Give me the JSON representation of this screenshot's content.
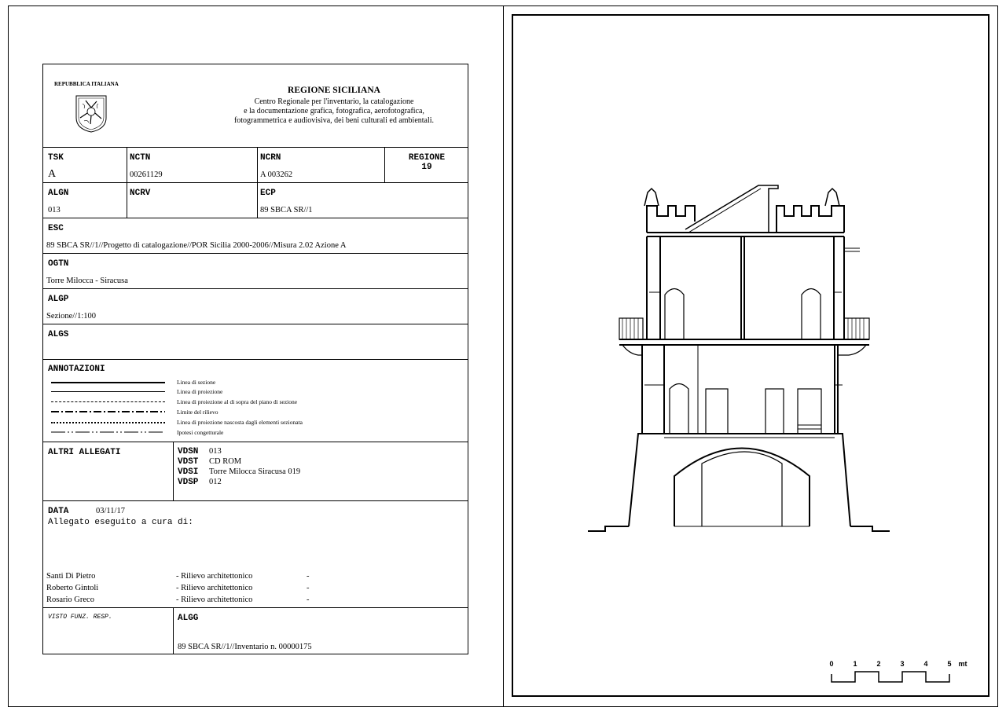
{
  "header": {
    "republic": "REPUBBLICA ITALIANA",
    "region": "REGIONE SICILIANA",
    "center_lines": [
      "Centro Regionale per l'inventario, la catalogazione",
      "e la documentazione grafica, fotografica, aerofotografica,",
      "fotogrammetrica e audiovisiva, dei beni culturali ed ambientali."
    ]
  },
  "fields": {
    "tsk": {
      "label": "TSK",
      "value": "A"
    },
    "nctn": {
      "label": "NCTN",
      "value": "00261129"
    },
    "ncrn": {
      "label": "NCRN",
      "value": "A 003262"
    },
    "regione": {
      "label": "REGIONE",
      "value": "19"
    },
    "algn": {
      "label": "ALGN",
      "value": "013"
    },
    "ncrv": {
      "label": "NCRV",
      "value": ""
    },
    "ecp": {
      "label": "ECP",
      "value": "89 SBCA SR//1"
    },
    "esc": {
      "label": "ESC",
      "value": "89 SBCA SR//1//Progetto di catalogazione//POR Sicilia 2000-2006//Misura 2.02 Azione A"
    },
    "ogtn": {
      "label": "OGTN",
      "value": "Torre Milocca - Siracusa"
    },
    "algp": {
      "label": "ALGP",
      "value": "Sezione//1:100"
    },
    "algs": {
      "label": "ALGS",
      "value": ""
    }
  },
  "annotazioni": {
    "label": "ANNOTAZIONI",
    "legend": [
      "Linea di sezione",
      "Linea di proiezione",
      "Linea di proiezione al di sopra del piano di sezione",
      "Limite del rilievo",
      "Linea di proiezione nascosta dagli elementi sezionata",
      "Ipotesi congetturale"
    ]
  },
  "altri_allegati": {
    "label": "ALTRI ALLEGATI",
    "items": [
      {
        "key": "VDSN",
        "value": "013"
      },
      {
        "key": "VDST",
        "value": "CD ROM"
      },
      {
        "key": "VDSI",
        "value": "Torre Milocca Siracusa 019"
      },
      {
        "key": "VDSP",
        "value": "012"
      }
    ]
  },
  "data": {
    "label": "DATA",
    "value": "03/11/17",
    "note": "Allegato eseguito a cura di:",
    "people": [
      {
        "name": "Santi Di Pietro",
        "role": "- Rilievo architettonico",
        "dash": "-"
      },
      {
        "name": "Roberto Gintoli",
        "role": "- Rilievo architettonico",
        "dash": "-"
      },
      {
        "name": "Rosario Greco",
        "role": "- Rilievo architettonico",
        "dash": "-"
      }
    ]
  },
  "footer": {
    "visto": "VISTO FUNZ. RESP.",
    "algg_label": "ALGG",
    "algg_value": "89 SBCA SR//1//Inventario n. 00000175"
  },
  "scale": {
    "ticks": [
      "0",
      "1",
      "2",
      "3",
      "4",
      "5"
    ],
    "unit": "mt"
  }
}
